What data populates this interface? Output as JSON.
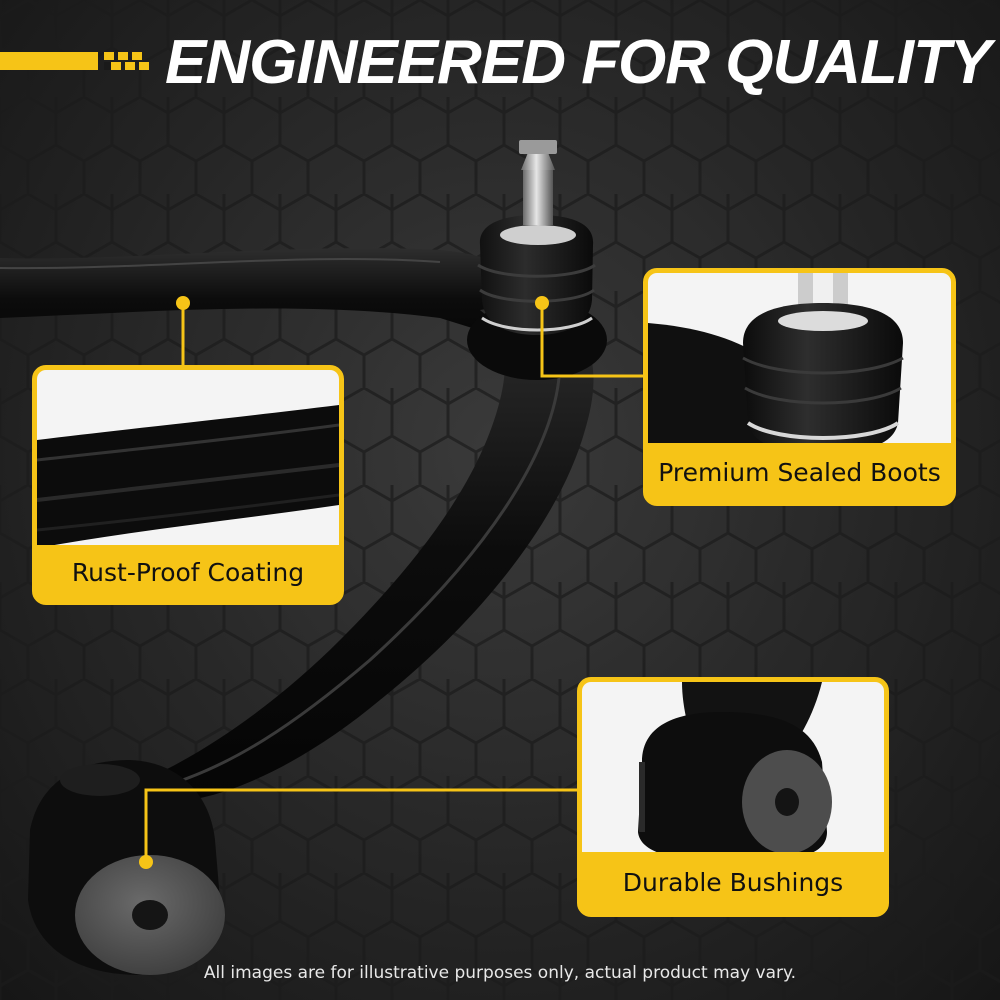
{
  "headline": "ENGINEERED FOR QUALITY",
  "callouts": {
    "rust_proof": "Rust-Proof Coating",
    "sealed_boots": "Premium Sealed Boots",
    "bushings": "Durable Bushings"
  },
  "disclaimer": "All images are for illustrative purposes only, actual product may vary.",
  "colors": {
    "accent": "#f6c417",
    "background": "#262626",
    "part": "#0f0f0f"
  }
}
